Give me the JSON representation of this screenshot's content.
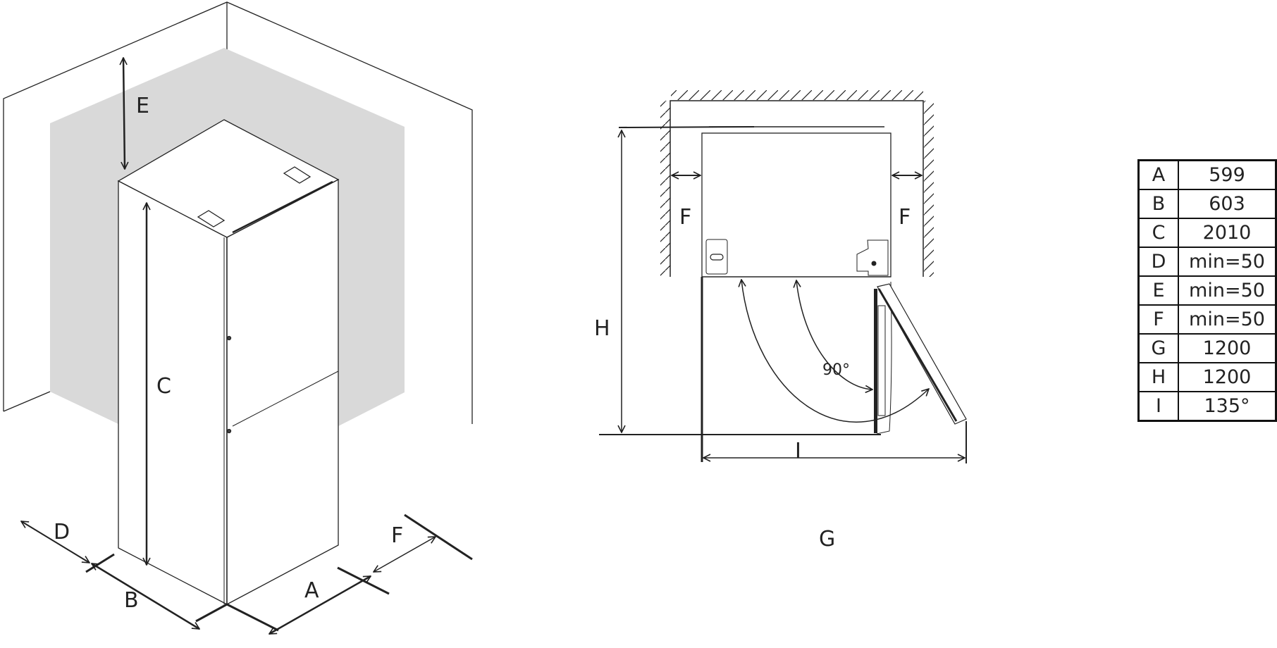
{
  "diagrams": {
    "isometric": {
      "labels": {
        "A": "A",
        "B": "B",
        "C": "C",
        "D": "D",
        "E": "E",
        "F": "F"
      }
    },
    "top_view": {
      "labels": {
        "F_left": "F",
        "F_right": "F",
        "G": "G",
        "H": "H",
        "I": "I",
        "angle_90": "90°"
      }
    }
  },
  "dimension_table": {
    "rows": [
      {
        "key": "A",
        "value": "599"
      },
      {
        "key": "B",
        "value": "603"
      },
      {
        "key": "C",
        "value": "2010"
      },
      {
        "key": "D",
        "value": "min=50"
      },
      {
        "key": "E",
        "value": "min=50"
      },
      {
        "key": "F",
        "value": "min=50"
      },
      {
        "key": "G",
        "value": "1200"
      },
      {
        "key": "H",
        "value": "1200"
      },
      {
        "key": "I",
        "value": "135°"
      }
    ]
  },
  "colors": {
    "line": "#1e1e1e",
    "shade": "#d9d9d9",
    "background": "#ffffff"
  }
}
